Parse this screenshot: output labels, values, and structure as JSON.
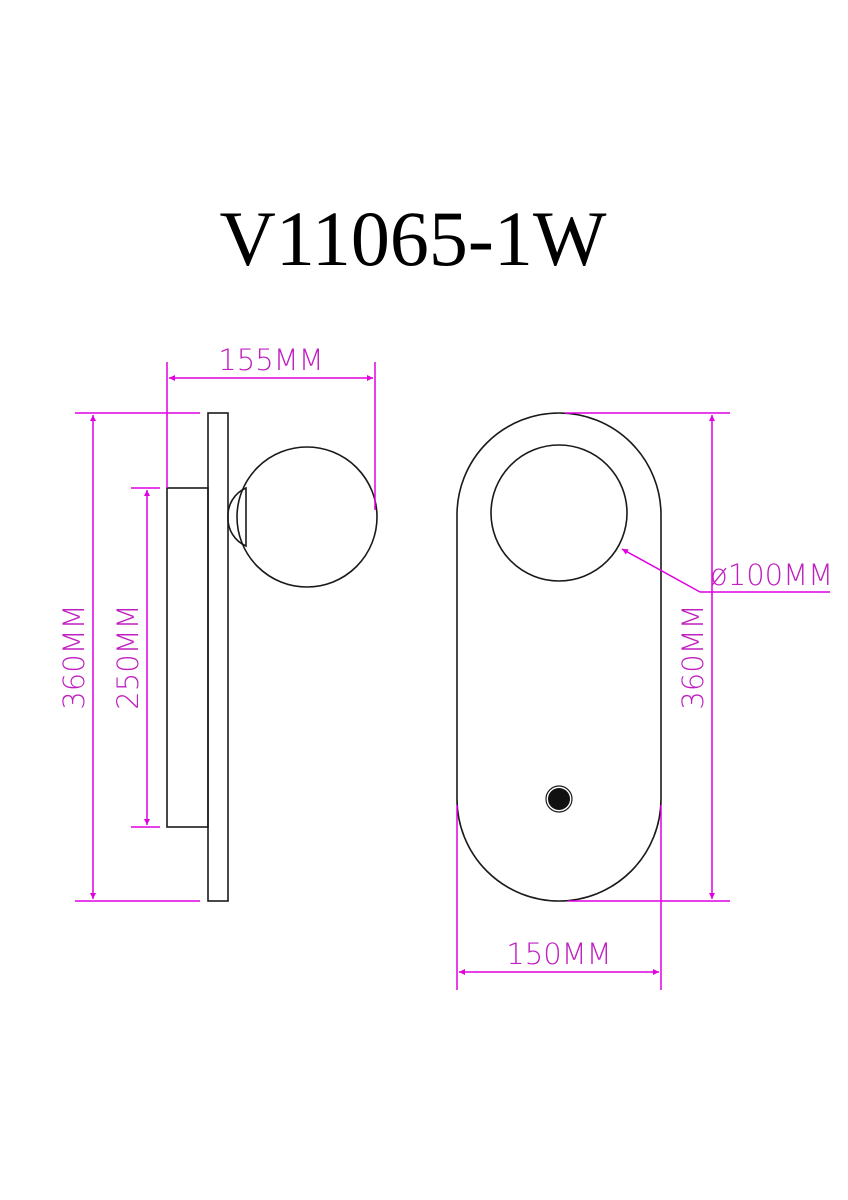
{
  "title": "V11065-1W",
  "colors": {
    "outline": "#1a1a1a",
    "dimension": "#e000e0",
    "dimension_text": "#c020c0",
    "background": "#ffffff"
  },
  "side_view": {
    "dimensions": {
      "depth_label": "155MM",
      "total_height_label": "360MM",
      "canopy_height_label": "250MM"
    }
  },
  "front_view": {
    "dimensions": {
      "globe_diameter_label": "ø100MM",
      "total_height_label": "360MM",
      "width_label": "150MM"
    }
  }
}
